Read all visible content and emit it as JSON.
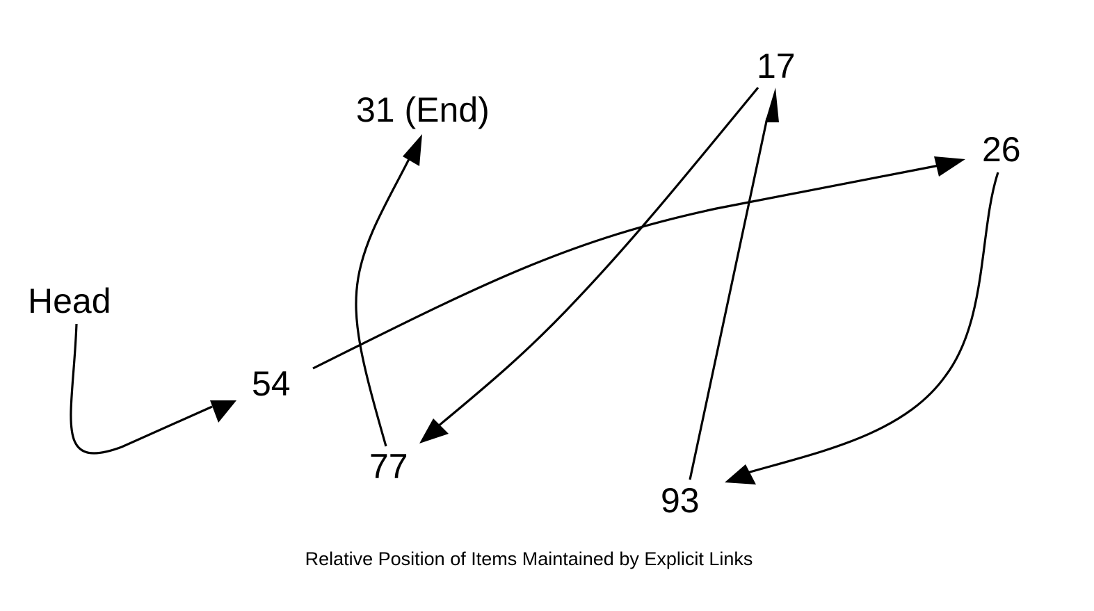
{
  "nodes": {
    "head": "Head",
    "n54": "54",
    "n26": "26",
    "n93": "93",
    "n17": "17",
    "n77": "77",
    "n31": "31 (End)"
  },
  "links": [
    {
      "from": "Head",
      "to": "54"
    },
    {
      "from": "54",
      "to": "26"
    },
    {
      "from": "26",
      "to": "93"
    },
    {
      "from": "93",
      "to": "17"
    },
    {
      "from": "17",
      "to": "77"
    },
    {
      "from": "77",
      "to": "31 (End)"
    }
  ],
  "caption": "Relative Position of Items Maintained by Explicit Links",
  "colors": {
    "ink": "#000000",
    "background": "#ffffff"
  }
}
